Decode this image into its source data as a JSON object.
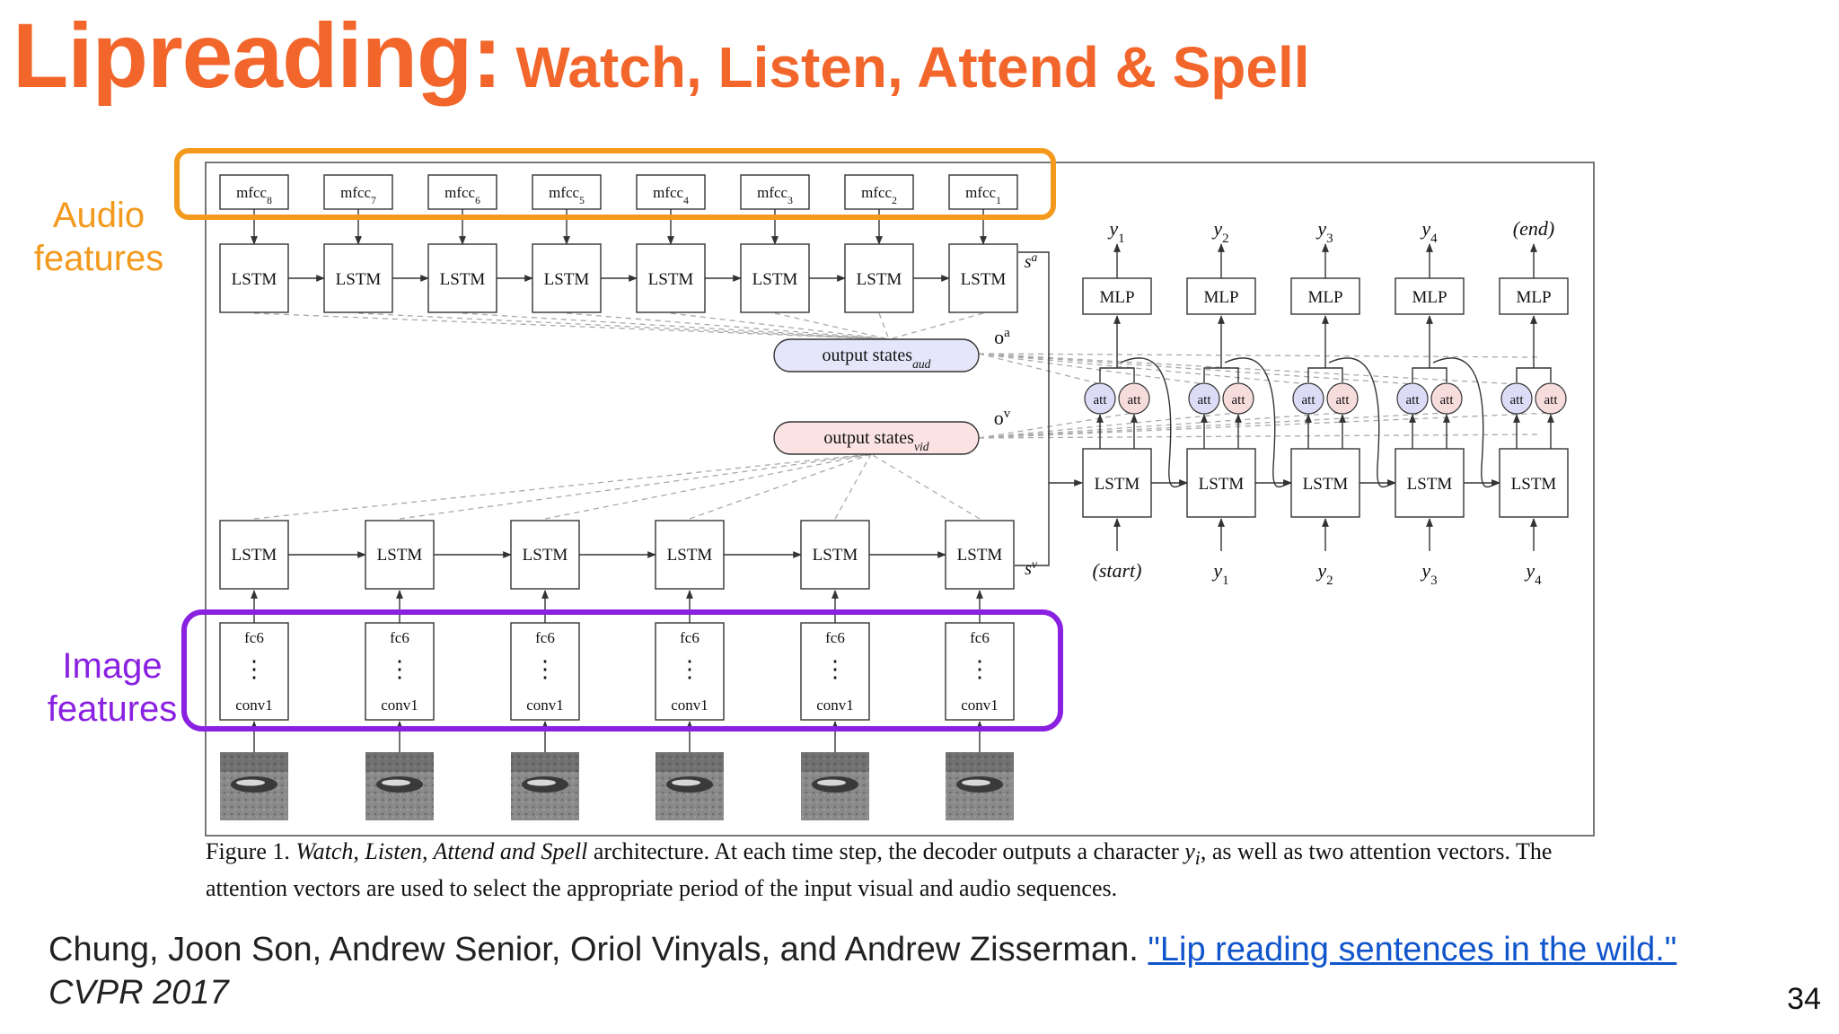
{
  "title": {
    "main": "Lipreading:",
    "sub": "Watch, Listen, Attend & Spell"
  },
  "labels": {
    "audio_line1": "Audio",
    "audio_line2": "features",
    "image_line1": "Image",
    "image_line2": "features"
  },
  "colors": {
    "title": "#f2662b",
    "audio_highlight": "#f39a1e",
    "image_highlight": "#8a21e0",
    "aud_state_fill": "#e6e6fb",
    "vid_state_fill": "#fbe3e3",
    "att_aud_fill": "#dcdcf7",
    "att_vid_fill": "#f7dcdc",
    "link": "#1155cc"
  },
  "diagram": {
    "mfcc_base": "mfcc",
    "mfcc_subs": [
      "8",
      "7",
      "6",
      "5",
      "4",
      "3",
      "2",
      "1"
    ],
    "lstm": "LSTM",
    "state_a": "s",
    "state_a_sup": "a",
    "state_v": "s",
    "state_v_sup": "v",
    "o_a": "o",
    "o_a_sup": "a",
    "o_v": "o",
    "o_v_sup": "v",
    "output_aud": "output states",
    "output_aud_sub": "aud",
    "output_vid": "output states",
    "output_vid_sub": "vid",
    "mlp": "MLP",
    "att": "att",
    "outputs": [
      {
        "base": "y",
        "sub": "1"
      },
      {
        "base": "y",
        "sub": "2"
      },
      {
        "base": "y",
        "sub": "3"
      },
      {
        "base": "y",
        "sub": "4"
      },
      {
        "base": "(end)",
        "sub": ""
      }
    ],
    "inputs": [
      {
        "base": "(start)",
        "sub": ""
      },
      {
        "base": "y",
        "sub": "1"
      },
      {
        "base": "y",
        "sub": "2"
      },
      {
        "base": "y",
        "sub": "3"
      },
      {
        "base": "y",
        "sub": "4"
      }
    ],
    "fc6": "fc6",
    "dots": "⋮",
    "conv1": "conv1"
  },
  "caption": {
    "label": "Figure 1.",
    "italic": "Watch, Listen, Attend and Spell",
    "text1": " architecture.  At each time step, the decoder outputs a character ",
    "var": "y",
    "var_sub": "i",
    "text2": ", as well as two attention vectors. The attention vectors are used to select the appropriate period of the input visual and audio sequences."
  },
  "citation": {
    "authors": "Chung, Joon Son, Andrew Senior, Oriol Vinyals, and Andrew Zisserman. ",
    "link": "\"Lip reading sentences in the wild.\"",
    "venue": "CVPR 2017"
  },
  "page_number": "34"
}
